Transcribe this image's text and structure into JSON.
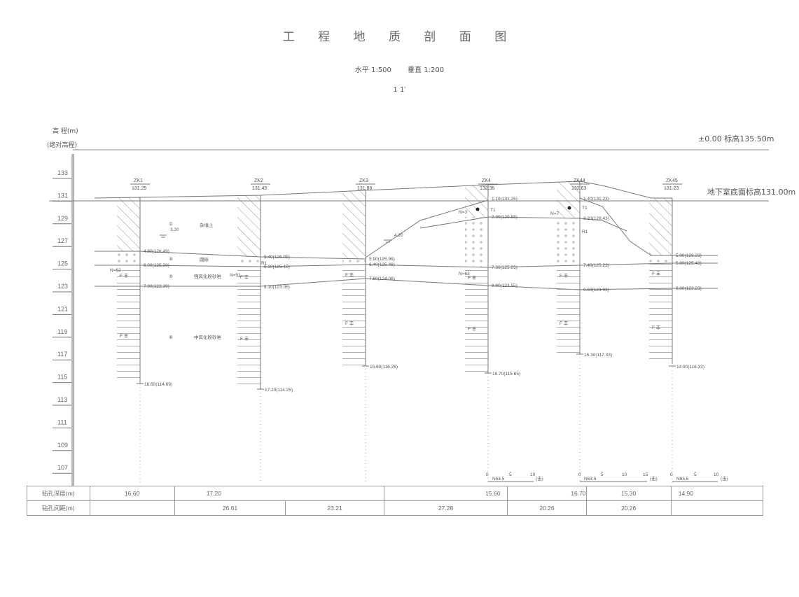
{
  "title": "工 程 地 质 剖 面 图",
  "scale": {
    "horizontal": "水平 1:500",
    "vertical": "垂直 1:200"
  },
  "section_label": "1    1′",
  "y_axis": {
    "label": "高 程(m)",
    "sublabel": "(绝对高程)",
    "ticks": [
      "133",
      "131",
      "129",
      "127",
      "125",
      "123",
      "121",
      "119",
      "117",
      "115",
      "113",
      "111",
      "109",
      "107"
    ]
  },
  "reference_levels": {
    "zero_level": "±0.00 标高135.50m",
    "basement_floor": "地下室底面标高131.00m"
  },
  "boreholes": [
    {
      "id": "ZK1",
      "elevation": "131.29",
      "depth": "16.60(114.69)",
      "layers": [
        "4.80(126.49)",
        "6.00(125.29)",
        "7.90(123.39)"
      ],
      "n": "N=62"
    },
    {
      "id": "ZK2",
      "elevation": "131.45",
      "depth": "17.20(114.25)",
      "layers": [
        "5.40(126.05)",
        "6.30(125.15)",
        "8.10(123.35)"
      ],
      "n": "N=51"
    },
    {
      "id": "ZK3",
      "elevation": "131.86",
      "depth": "15.60(116.26)",
      "layers": [
        "5.90(125.96)",
        "6.40(125.46)",
        "7.80(124.06)"
      ],
      "n": ""
    },
    {
      "id": "ZK4",
      "elevation": "132.35",
      "depth": "16.70(115.65)",
      "layers": [
        "1.10(131.25)",
        "2.80(129.55)",
        "7.30(125.05)",
        "8.80(123.55)"
      ],
      "n": "N=3 / N=63"
    },
    {
      "id": "ZK44",
      "elevation": "132.63",
      "depth": "15.30(117.33)",
      "layers": [
        "1.40(131.23)",
        "3.20(129.43)",
        "7.40(125.23)",
        "9.60(123.03)"
      ],
      "n": "N=7"
    },
    {
      "id": "ZK45",
      "elevation": "131.23",
      "depth": "14.90(116.33)",
      "layers": [
        "5.00(126.23)",
        "5.80(125.43)",
        "8.00(123.23)"
      ],
      "n": ""
    }
  ],
  "strata_labels": [
    {
      "no": "①",
      "name": "杂填土"
    },
    {
      "no": "④",
      "name": "圆砾"
    },
    {
      "no": "⑤",
      "name": "强风化粉砂岩"
    },
    {
      "no": "⑥",
      "name": "中风化粉砂岩"
    }
  ],
  "misc_labels": {
    "water_level": "3.20",
    "water_level2": "4.20",
    "t1": "T1",
    "r1": "R1",
    "rock": "F 丰"
  },
  "n_scales": [
    {
      "label": "N63.5",
      "ticks": [
        "0",
        "5",
        "10"
      ],
      "unit": "(击)"
    },
    {
      "label": "N63.5",
      "ticks": [
        "0",
        "5",
        "10",
        "15"
      ],
      "unit": "(击)"
    },
    {
      "label": "N63.5",
      "ticks": [
        "0",
        "5",
        "10"
      ],
      "unit": "(击)"
    }
  ],
  "table": {
    "row1_label": "钻孔深度(m)",
    "row2_label": "钻孔间距(m)",
    "depths": [
      "16.60",
      "17.20",
      "15.60",
      "16.70",
      "15.30",
      "14.90"
    ],
    "spacings": [
      "26.61",
      "23.21",
      "27.28",
      "20.26",
      "20.26"
    ]
  }
}
